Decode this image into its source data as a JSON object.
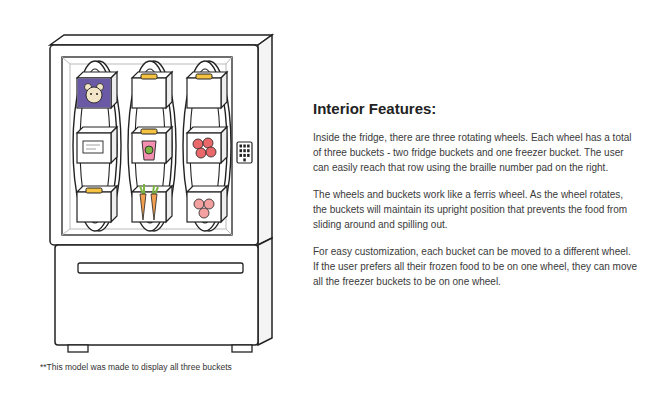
{
  "diagram": {
    "title": "Interior Features:",
    "caption": "**This model was made to display all three buckets",
    "labels": [
      "Inside the fridge, there are three rotating wheels. Each wheel has a total of three buckets - two fridge buckets and one freezer bucket. The user can easily reach that row using the braille number pad on the right.",
      "The wheels and buckets work like a ferris wheel. As the wheel rotates, the buckets will maintain its upright position that prevents the food from sliding around and spilling out.",
      "For easy customization, each bucket can be moved to a different wheel. If the user prefers all their frozen food to be on one wheel, they can move all the freezer buckets to be on one wheel."
    ]
  }
}
